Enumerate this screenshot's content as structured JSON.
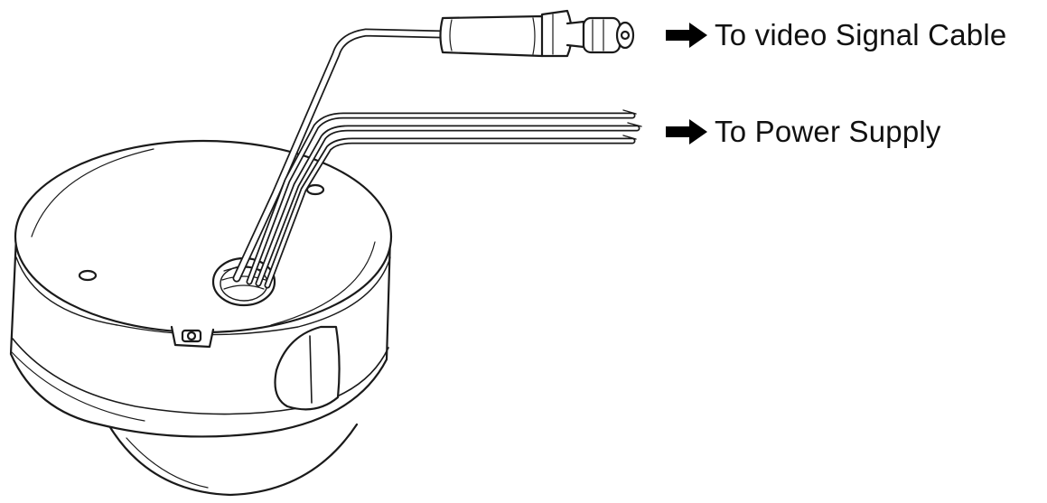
{
  "figure": {
    "callouts": [
      {
        "id": "video",
        "arrow_icon": "right-arrow-icon",
        "text": "To video Signal Cable"
      },
      {
        "id": "power",
        "arrow_icon": "right-arrow-icon",
        "text": "To Power Supply"
      }
    ],
    "colors": {
      "line": "#1a1a1a",
      "fill": "#ffffff",
      "shade": "#f2f2f2"
    }
  }
}
